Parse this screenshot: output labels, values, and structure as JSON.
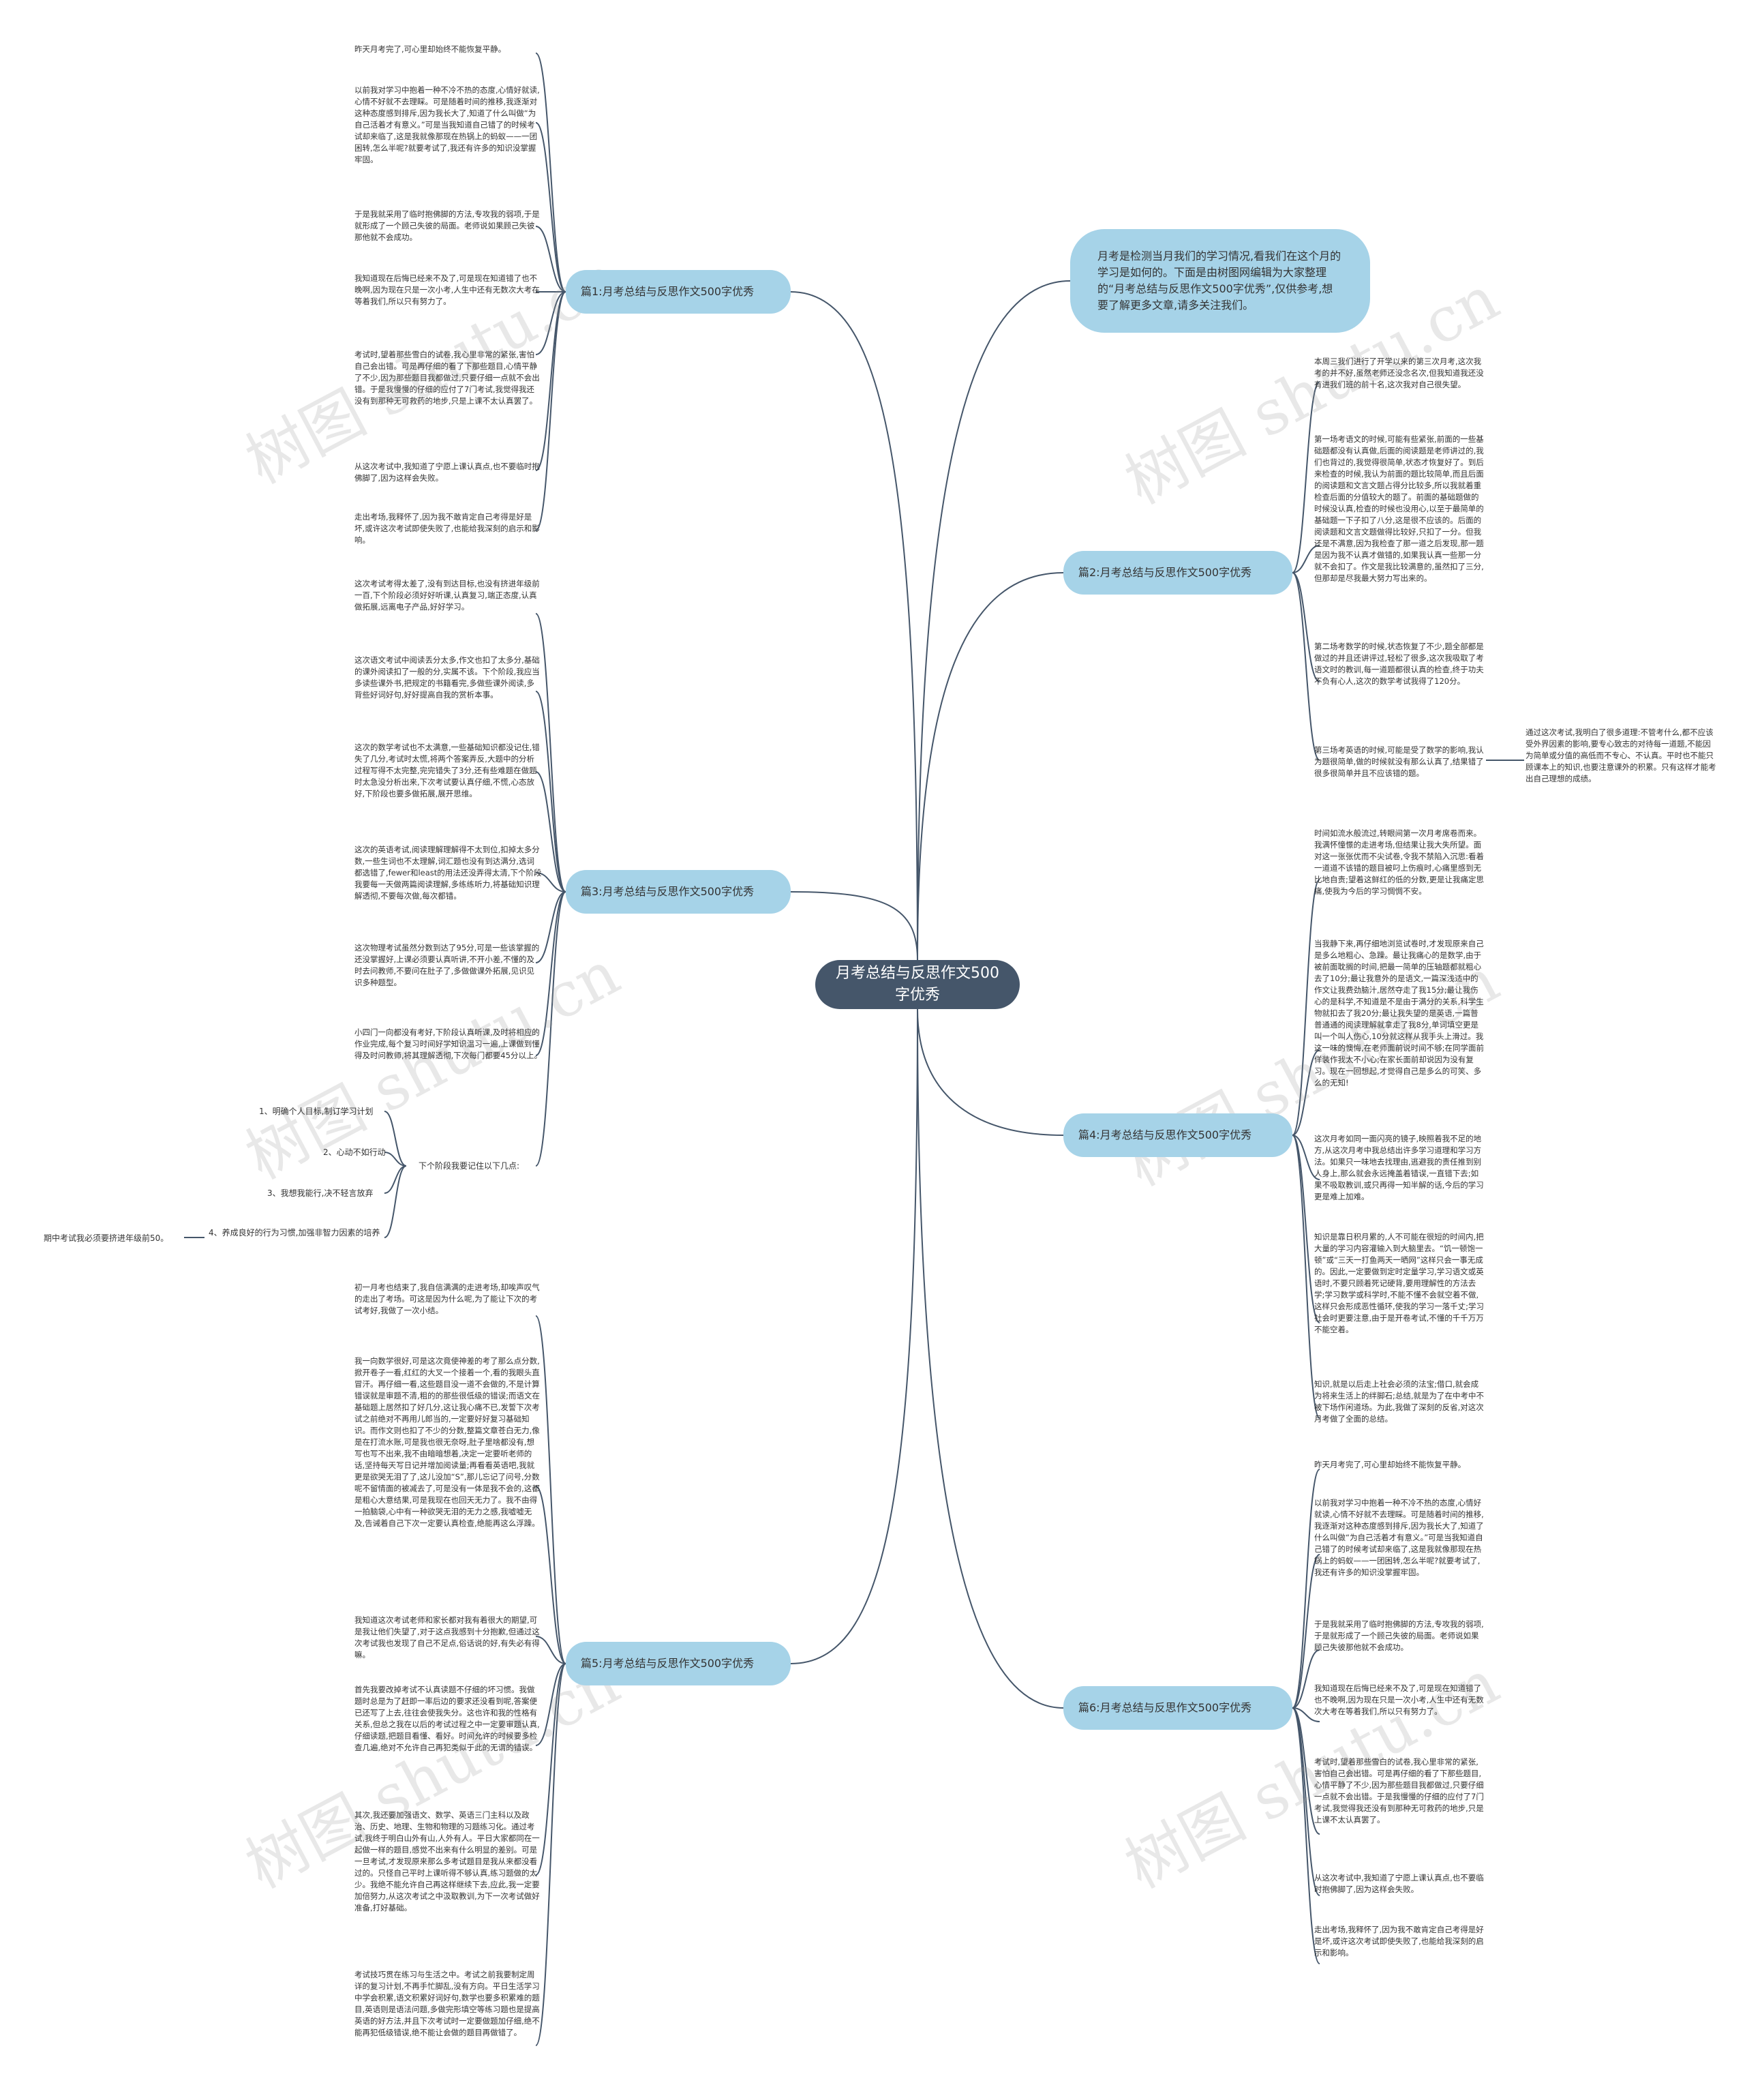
{
  "center": "月考总结与反思作文500字优秀",
  "intro": "月考是检测当月我们的学习情况,看我们在这个月的学习是如何的。下面是由树图网编辑为大家整理的“月考总结与反思作文500字优秀”,仅供参考,想要了解更多文章,请多关注我们。",
  "branches": {
    "b1": "篇1:月考总结与反思作文500字优秀",
    "b2": "篇2:月考总结与反思作文500字优秀",
    "b3": "篇3:月考总结与反思作文500字优秀",
    "b4": "篇4:月考总结与反思作文500字优秀",
    "b5": "篇5:月考总结与反思作文500字优秀",
    "b6": "篇6:月考总结与反思作文500字优秀"
  },
  "b1": [
    "昨天月考完了,可心里却始终不能恢复平静。",
    "以前我对学习中抱着一种不冷不热的态度,心情好就读,心情不好就不去理睬。可是随着时间的推移,我逐渐对这种态度感到排斥,因为我长大了,知道了什么叫做“为自己活着才有意义。”可是当我知道自己错了的时候考试却来临了,这是我就像那现在热锅上的蚂蚁——一团困转,怎么半呢?就要考试了,我还有许多的知识没掌握牢固。",
    "于是我就采用了临时抱佛脚的方法,专攻我的弱项,于是就形成了一个顾己失彼的局面。老师说如果顾己失彼那他就不会成功。",
    "我知道现在后悔已经来不及了,可是现在知道错了也不晚啊,因为现在只是一次小考,人生中还有无数次大考在等着我们,所以只有努力了。",
    "考试时,望着那些雪白的试卷,我心里非常的紧张,害怕自己会出错。可是再仔细的看了下那些题目,心情平静了不少,因为那些题目我都做过,只要仔细一点就不会出错。于是我慢慢的仔细的应付了7门考试,我觉得我还没有到那种无可救药的地步,只是上课不太认真罢了。",
    "从这次考试中,我知道了宁愿上课认真点,也不要临时抱佛脚了,因为这样会失败。",
    "走出考场,我释怀了,因为我不敢肯定自己考得是好是坏,或许这次考试即使失败了,也能给我深刻的启示和影响。"
  ],
  "b2": [
    "本周三我们进行了开学以来的第三次月考,这次我考的并不好,虽然老师还没念名次,但我知道我还没有进我们班的前十名,这次我对自己很失望。",
    "第一场考语文的时候,可能有些紧张,前面的一些基础题都没有认真做,后面的阅读题是老师讲过的,我们也背过的,我觉得很简单,状态才恢复好了。到后来检查的时候,我认为前面的题比较简单,而且后面的阅读题和文言文题占得分比较多,所以我就着重检查后面的分值较大的题了。前面的基础题做的时候没认真,检查的时候也没用心,以至于最简单的基础题一下子扣了八分,这是很不应该的。后面的阅读题和文言文题做得比较好,只扣了一分。但我还是不满意,因为我检查了那一道之后发现,那一题是因为我不认真才做错的,如果我认真一些那一分就不会扣了。作文是我比较满意的,虽然扣了三分,但那却是尽我最大努力写出来的。",
    "第二场考数学的时候,状态恢复了不少,题全部都是做过的并且还讲评过,轻松了很多,这次我吸取了考语文时的教训,每一道题都很认真的检查,终于功夫不负有心人,这次的数学考试我得了120分。",
    "第三场考英语的时候,可能是受了数学的影响,我认为题很简单,做的时候就没有那么认真了,结果错了很多很简单并且不应该错的题。"
  ],
  "b2_note": "通过这次考试,我明白了很多道理:不管考什么,都不应该受外界因素的影响,要专心致志的对待每一道题,不能因为简单或分值的高低而不专心、不认真。平时也不能只顾课本上的知识,也要注意课外的积累。只有这样才能考出自己理想的成绩。",
  "b3": [
    "这次考试考得太差了,没有到达目标,也没有挤进年级前一百,下个阶段必须好好听课,认真复习,端正态度,认真做拓展,远离电子产品,好好学习。",
    "这次语文考试中阅读丢分太多,作文也扣了太多分,基础的课外阅读扣了一般的分,实属不该。下个阶段,我应当多读些课外书,把规定的书籍看完,多做些课外阅读,多背些好词好句,好好提高自我的赏析本事。",
    "这次的数学考试也不太满意,一些基础知识都没记住,错失了几分,考试时太慌,将两个答案弄反,大题中的分析过程写得不太完整,完完错失了3分,还有些难题在做题时太急没分析出来,下次考试要认真仔细,不慌,心态放好,下阶段也要多做拓展,展开思维。",
    "这次的英语考试,阅读理解理解得不太到位,扣掉太多分数,一些生词也不太理解,词汇题也没有到达满分,选词都选错了,fewer和least的用法还没弄得太清,下个阶段我要每一天做两篇阅读理解,多练练听力,将基础知识理解透彻,不要每次做,每次都错。",
    "这次物理考试虽然分数到达了95分,可是一些该掌握的还没掌握好,上课必须要认真听讲,不开小差,不懂的及时去问教师,不要问在肚子了,多做做课外拓展,见识见识多种题型。",
    "小四门一向都没有考好,下阶段认真听课,及时将相应的作业完成,每个复习时间好学知识温习一遍,上课做到懂得及时问教师,将其理解透彻,下次每门都要45分以上。"
  ],
  "b3_sub": {
    "label": "下个阶段我要记住以下几点:",
    "items": [
      "1、明确个人目标,制订学习计划",
      "2、心动不如行动",
      "3、我想我能行,决不轻言放弃",
      "4、养成良好的行为习惯,加强非智力因素的培养"
    ],
    "note": "期中考试我必须要挤进年级前50。"
  },
  "b4": [
    "时间如流水般流过,转眼间第一次月考席卷而来。我满怀憧憬的走进考场,但结果让我大失所望。面对这一张张优而不尖试卷,令我不禁陷入沉思:看着一道道不该错的题目被叼上伤痕时,心痛里感到无比地自责;望着这鲜红的低的分数,更是让我痛定思痛,使我为今后的学习惆惆不安。",
    "当我静下来,再仔细地浏览试卷时,才发现原来自己是多么地粗心、急躁。最让我痛心的是数学,由于被前面耽搁的时间,把最一简单的压轴题都就粗心去了10分;最让我意外的是语文,一篇深浅适中的作文让我费劲脑汁,居然夺走了我15分;最让我伤心的是科学,不知道是不是由于满分的关系,科学生物就扣去了我20分;最让我失望的是英语,一篇普普通通的阅读理解就拿走了我8分,单词填空更是叫一个叫人伤心,10分就这样从我手头上滑过。我这一味的懊悔,在老师面前说时间不够;在同学面前佯装作我太不小心;在家长面前却说因为没有复习。现在一回想起,才觉得自己是多么的可笑、多么的无知!",
    "这次月考如同一面闪亮的镜子,映照着我不足的地方,从这次月考中我总结出许多学习道理和学习方法。如果只一味地去找理由,逃避我的责任推到别人身上,那么就会永远掩盖着错误,一直错下去;如果不吸取教训,或只再得一知半解的话,今后的学习更是难上加难。",
    "知识是靠日积月累的,人不可能在很短的时间内,把大量的学习内容灌输入到大脑里去。“饥一顿饱一顿”或“三天一打鱼两天一晒网”这样只会一事无成的。因此,一定要做到定时定量学习,学习语文或英语时,不要只顾着死记硬背,要用理解性的方法去学;学习数学或科学时,不能不懂不会就空着不做,这样只会形成恶性循环,使我的学习一落千丈;学习社会时更要注意,由于是开卷考试,不懂的千千万万不能空着。",
    "知识,就是以后走上社会必须的法宝;借口,就会成为将来生活上的绊脚石;总结,就是为了在中考中不被下场作闲道场。为此,我做了深刻的反省,对这次月考做了全面的总结。"
  ],
  "b5": [
    "初一月考也结束了,我自信满满的走进考场,却唉声叹气的走出了考场。可这是因为什么呢,为了能让下次的考试考好,我做了一次小结。",
    "我一向数学很好,可是这次竟使神差的考了那么点分数,掀开卷子一看,红红的大叉一个接着一个,看的我眼头直冒汗。再仔细一看,这些题目没一道不会做的,不是计算错误就是审题不清,粗的的那些很低级的错误;而语文在基础题上居然扣了好几分,这让我心痛不已,发誓下次考试之前绝对不再用儿郎当的,一定要好好复习基础知识。而作文则也扣了不少的分数,整篇文章苍白无力,像是在打流水账,可是我也很无奈呀,肚子里啥都没有,想写也写不出来,我不由暗暗想着,决定一定要听老师的话,坚持每天写日记并增加阅读量;再看看英语吧,我就更是欲哭无泪了了,这儿没加“S”,那儿忘记了问号,分数呢不留情面的被减去了,可是没有一体是我不会的,这都是粗心大意结果,可是我现在也回天无力了。我不由得一拍脑袋,心中有一种欲哭无泪的无力之感,我嘘嘘无及,告诫着自己下次一定要认真检查,绝能再这么浮躁。",
    "我知道这次考试老师和家长都对我有着很大的期望,可是我让他们失望了,对于这点我感到十分抱歉,但通过这次考试我也发现了自己不足点,俗话说的好,有失必有得嘛。",
    "首先我要改掉考试不认真读题不仔细的坏习惯。我做题时总是为了赶即一率后边的要求还没看到呢,答案便已还写了上去,往往会使我失分。这也许和我的性格有关系,但总之我在以后的考试过程之中一定要审题认真,仔细读题,把题目看懂、看好。时间允许的时候要多检查几遍,绝对不允许自己再犯类似于此的无谓的错误。",
    "其次,我还要加强语文、数学、英语三门主科以及政治、历史、地理、生物和物理的习题练习化。通过考试,我终于明白山外有山,人外有人。平日大家都同在一起做一样的题目,感觉不出来有什么明显的差别。可是一旦考试,才发现原来那么多考试题目是我从来都没看过的。只怪自己平时上课听得不够认真,练习题做的太少。我绝不能允许自己再这样继续下去,应此,我一定要加倍努力,从这次考试之中汲取教训,为下一次考试做好准备,打好基础。",
    "考试技巧贯在练习与生活之中。考试之前我要制定周详的复习计划,不再手忙脚乱,没有方向。平日生活学习中学会积累,语文积累好词好句,数学也要多积累难的题目,英语则是语法问题,多做完形填空等练习题也是提高英语的好方法,并且下次考试时一定要做题加仔细,绝不能再犯低级错误,绝不能让会做的题目再做错了。"
  ],
  "b6": [
    "昨天月考完了,可心里却始终不能恢复平静。",
    "以前我对学习中抱着一种不冷不热的态度,心情好就读,心情不好就不去理睬。可是随着时间的推移,我逐渐对这种态度感到排斥,因为我长大了,知道了什么叫做“为自己活着才有意义。”可是当我知道自己错了的时候考试却来临了,这是我就像那现在热锅上的蚂蚁——一团困转,怎么半呢?就要考试了,我还有许多的知识没掌握牢固。",
    "于是我就采用了临时抱佛脚的方法,专攻我的弱项,于是就形成了一个顾己失彼的局面。老师说如果顾己失彼那他就不会成功。",
    "我知道现在后悔已经来不及了,可是现在知道错了也不晚啊,因为现在只是一次小考,人生中还有无数次大考在等着我们,所以只有努力了。",
    "考试时,望着那些雪白的试卷,我心里非常的紧张,害怕自己会出错。可是再仔细的看了下那些题目,心情平静了不少,因为那些题目我都做过,只要仔细一点就不会出错。于是我慢慢的仔细的应付了7门考试,我觉得我还没有到那种无可救药的地步,只是上课不太认真罢了。",
    "从这次考试中,我知道了宁愿上课认真点,也不要临时抱佛脚了,因为这样会失败。",
    "走出考场,我释怀了,因为我不敢肯定自己考得是好是坏,或许这次考试即使失败了,也能给我深刻的启示和影响。"
  ],
  "watermark": "树图 shutu.cn",
  "colors": {
    "center": "#45566a",
    "branch": "#a6d3e8",
    "line": "#45566a"
  }
}
